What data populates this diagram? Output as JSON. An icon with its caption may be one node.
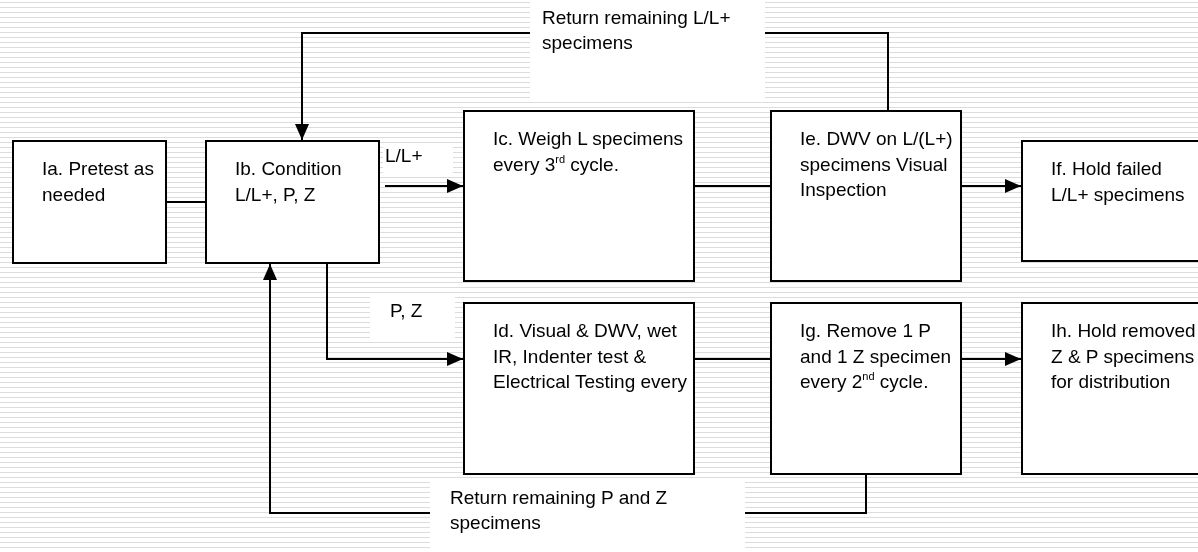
{
  "diagram": {
    "nodes": [
      {
        "text": [
          "Ia. Pretest as needed"
        ]
      },
      {
        "text": [
          "Ib. Condition L/L+, P, Z"
        ]
      },
      {
        "text": [
          "Ic.  Weigh L specimens every 3$^{rd}$ cycle."
        ]
      },
      {
        "text": [
          "Ie.  DWV on L/(L+) specimens Visual Inspection"
        ]
      },
      {
        "text": [
          "If.  Hold failed L/L+ specimens"
        ]
      },
      {
        "text": [
          "Id.  Visual & DWV, wet IR, Indenter test & Electrical Testing every"
        ]
      },
      {
        "text": [
          "Ig.  Remove 1 P and 1 Z specimen every 2$^{nd}$ cycle."
        ]
      },
      {
        "text": [
          "Ih.  Hold removed Z & P specimens for distribution"
        ]
      }
    ],
    "edges": [
      {
        "from": 0,
        "to": 1,
        "arrow": "none"
      },
      {
        "from": 1,
        "to": 2,
        "arrow": "to",
        "label": "L/L+"
      },
      {
        "from": 2,
        "to": 3,
        "arrow": "none"
      },
      {
        "from": 3,
        "to": 4,
        "arrow": "to"
      },
      {
        "from": 1,
        "to": 5,
        "arrow": "to",
        "label": "P, Z"
      },
      {
        "from": 5,
        "to": 6,
        "arrow": "none"
      },
      {
        "from": 6,
        "to": 7,
        "arrow": "to"
      },
      {
        "from": 3,
        "to": 1,
        "arrow": "to",
        "label": "Return remaining L/L+ specimens"
      },
      {
        "from": 6,
        "to": 1,
        "arrow": "to",
        "label": "Return remaining P and Z specimens"
      }
    ]
  }
}
